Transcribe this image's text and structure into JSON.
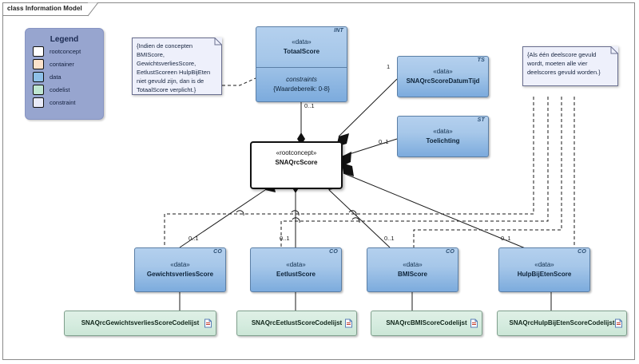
{
  "diagram": {
    "frame_label": "class Information Model",
    "kind": "uml-class-diagram"
  },
  "legend": {
    "title": "Legend",
    "items": [
      {
        "label": "rootconcept",
        "color": "#ffffff"
      },
      {
        "label": "container",
        "color": "#fbe2cb"
      },
      {
        "label": "data",
        "color": "#8ec0e8"
      },
      {
        "label": "codelist",
        "color": "#bfe6d2"
      },
      {
        "label": "constraint",
        "color": "#e8eaf8"
      }
    ]
  },
  "notes": [
    {
      "id": "note-totaalscore",
      "text": "{Indien de concepten BMIScore, GewichtsverliesScore, EetlustScoreen HulpBijEten niet gevuld zijn, dan is de TotaalScore verplicht.}"
    },
    {
      "id": "note-deelscores",
      "text": "{Als één deelscore gevuld wordt, moeten alle vier deelscores gevuld worden.}"
    }
  ],
  "classes": {
    "totaalscore": {
      "stereotype": "«data»",
      "name": "TotaalScore",
      "corner_tag": "INT",
      "compartment_label": "constraints",
      "compartment_text": "{Waardebereik: 0-8}"
    },
    "snaqrcscoredatumtijd": {
      "stereotype": "«data»",
      "name": "SNAQrcScoreDatumTijd",
      "corner_tag": "TS"
    },
    "toelichting": {
      "stereotype": "«data»",
      "name": "Toelichting",
      "corner_tag": "ST"
    },
    "root": {
      "stereotype": "«rootconcept»",
      "name": "SNAQrcScore"
    },
    "gewichtsverliesscore": {
      "stereotype": "«data»",
      "name": "GewichtsverliesScore",
      "corner_tag": "CO"
    },
    "eetlustscore": {
      "stereotype": "«data»",
      "name": "EetlustScore",
      "corner_tag": "CO"
    },
    "bmiscore": {
      "stereotype": "«data»",
      "name": "BMIScore",
      "corner_tag": "CO"
    },
    "hulpbijetenscore": {
      "stereotype": "«data»",
      "name": "HulpBijEtenScore",
      "corner_tag": "CO"
    }
  },
  "codelists": [
    {
      "id": "cl-gewichtsverlies",
      "name": "SNAQrcGewichtsverliesScoreCodelijst"
    },
    {
      "id": "cl-eetlust",
      "name": "SNAQrcEetlustScoreCodelijst"
    },
    {
      "id": "cl-bmi",
      "name": "SNAQrcBMIScoreCodelijst"
    },
    {
      "id": "cl-hulpbijeten",
      "name": "SNAQrcHulpBijEtenScoreCodelijst"
    }
  ],
  "multiplicities": {
    "totaalscore": "0..1",
    "datumtijd": "1",
    "toelichting": "0..1",
    "gewichtsverlies": "0..1",
    "eetlust": "0..1",
    "bmi": "0..1",
    "hulpbijeten": "0..1"
  },
  "colors": {
    "data_fill": "#a6c7e9",
    "data_border": "#5b7fa6",
    "codelist_fill": "#d5ecdf",
    "codelist_border": "#7f9f8c",
    "legend_bg": "#97a5cf",
    "note_bg": "#eef0fb",
    "root_border": "#111111",
    "line": "#1a1a1a"
  }
}
